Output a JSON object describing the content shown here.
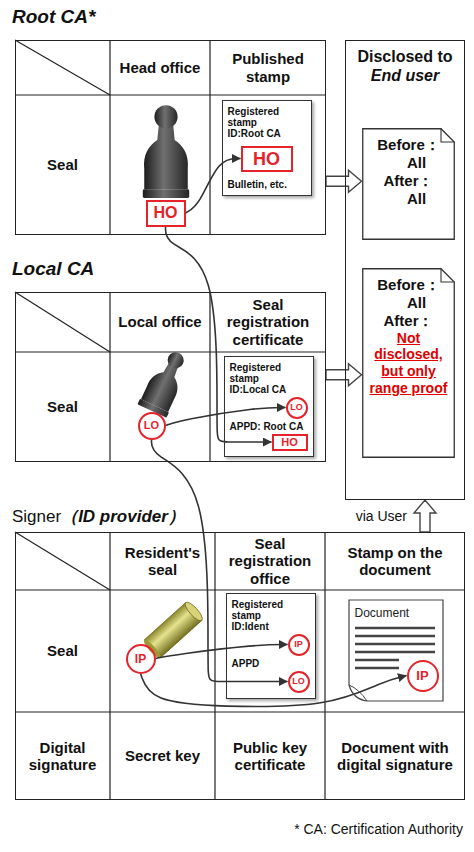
{
  "diagram": {
    "nodes": [
      {
        "text": [
          "Root CA*"
        ]
      },
      {
        "text": [
          "HO"
        ],
        "in": 0
      },
      {
        "text": [
          "Registered stamp",
          "ID:Root CA",
          "Bulletin, etc."
        ],
        "in": 0
      },
      {
        "text": [
          "HO"
        ],
        "in": 2
      },
      {
        "text": [
          "Local CA"
        ]
      },
      {
        "text": [
          "LO"
        ],
        "in": 4
      },
      {
        "text": [
          "Registered stamp",
          "ID:Local CA",
          "APPD: Root CA"
        ],
        "in": 4
      },
      {
        "text": [
          "LO"
        ],
        "in": 6
      },
      {
        "text": [
          "HO"
        ],
        "in": 6
      },
      {
        "text": [
          "Signer",
          "（ID provider）"
        ]
      },
      {
        "text": [
          "IP"
        ],
        "in": 9
      },
      {
        "text": [
          "Registered stamp",
          "ID:Ident",
          "APPD"
        ],
        "in": 9
      },
      {
        "text": [
          "IP"
        ],
        "in": 11
      },
      {
        "text": [
          "LO"
        ],
        "in": 11
      },
      {
        "text": [
          "Document"
        ],
        "in": 9
      },
      {
        "text": [
          "IP"
        ],
        "in": 14
      },
      {
        "text": [
          "Disclosed to",
          "End user"
        ]
      },
      {
        "text": [
          "Before：",
          "All",
          "After：",
          "All"
        ],
        "in": 16
      },
      {
        "text": [
          "Before：",
          "All",
          "After：",
          "Not disclosed, but only range proof"
        ],
        "in": 16
      }
    ],
    "edges": [
      {
        "from": 1,
        "to": 3,
        "arrow": "to"
      },
      {
        "from": 1,
        "to": 8,
        "arrow": "to"
      },
      {
        "from": 0,
        "to": 17,
        "arrow": "to"
      },
      {
        "from": 5,
        "to": 7,
        "arrow": "to"
      },
      {
        "from": 5,
        "to": 13,
        "arrow": "to"
      },
      {
        "from": 4,
        "to": 18,
        "arrow": "to"
      },
      {
        "from": 10,
        "to": 12,
        "arrow": "to"
      },
      {
        "from": 10,
        "to": 15,
        "arrow": "to"
      },
      {
        "from": 9,
        "to": 16,
        "label": "via User",
        "arrow": "to"
      }
    ],
    "labels": [
      "Head office",
      "Published stamp",
      "Seal",
      "Local office",
      "Seal registration certificate",
      "Seal",
      "Resident's seal",
      "Seal registration office",
      "Stamp on the document",
      "Seal",
      "Digital signature",
      "Secret key",
      "Public key certificate",
      "Document with digital signature",
      "* CA: Certification Authority"
    ]
  }
}
